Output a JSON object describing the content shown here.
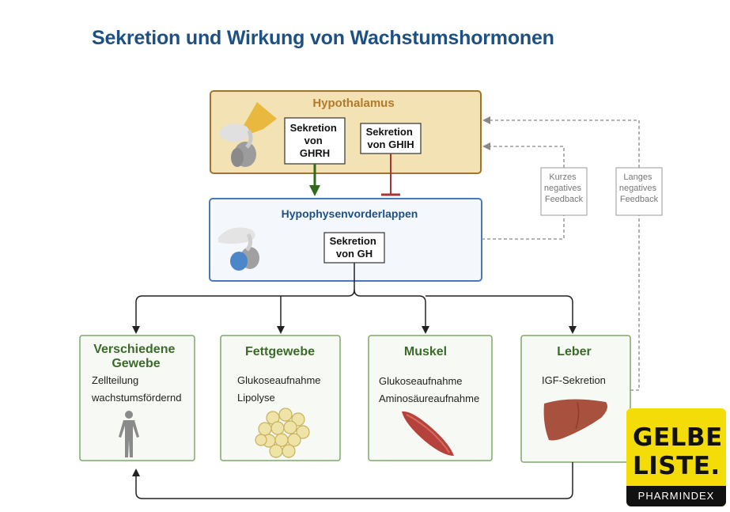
{
  "title": "Sekretion und Wirkung von Wachstumshormonen",
  "hypothalamus": {
    "label": "Hypothalamus",
    "ghrh_lines": [
      "Sekretion",
      "von",
      "GHRH"
    ],
    "ghih_lines": [
      "Sekretion",
      "von GHIH"
    ]
  },
  "hypophyse": {
    "label": "Hypophysenvorderlappen",
    "gh_lines": [
      "Sekretion",
      "von GH"
    ]
  },
  "feedback": {
    "short_lines": [
      "Kurzes",
      "negatives",
      "Feedback"
    ],
    "long_lines": [
      "Langes",
      "negatives",
      "Feedback"
    ]
  },
  "targets": {
    "tissues": {
      "title_lines": [
        "Verschiedene",
        "Gewebe"
      ],
      "lines": [
        "Zellteilung",
        "wachstumsfördernd"
      ]
    },
    "fat": {
      "title": "Fettgewebe",
      "lines": [
        "Glukoseaufnahme",
        "Lipolyse"
      ]
    },
    "muscle": {
      "title": "Muskel",
      "lines": [
        "Glukoseaufnahme",
        "Aminosäureaufnahme"
      ]
    },
    "liver": {
      "title": "Leber",
      "lines": [
        "IGF-Sekretion"
      ]
    }
  },
  "logo": {
    "line1": "GELBE",
    "line2": "LISTE.",
    "sub": "PHARMINDEX"
  },
  "colors": {
    "title": "#1f5082",
    "hypothalamus_fill": "#f3e2b3",
    "hypothalamus_border": "#a0752b",
    "hypothalamus_text": "#b27a2c",
    "hypophyse_fill": "#f4f7fc",
    "hypophyse_border": "#4a79b8",
    "hypophyse_text": "#1f5082",
    "card_fill": "#f7faf4",
    "card_border": "#7fa86a",
    "card_title": "#3b6a2b",
    "stimulate_arrow": "#2e6b1e",
    "inhibit_line": "#a33",
    "logo_yellow": "#f4dc08"
  }
}
